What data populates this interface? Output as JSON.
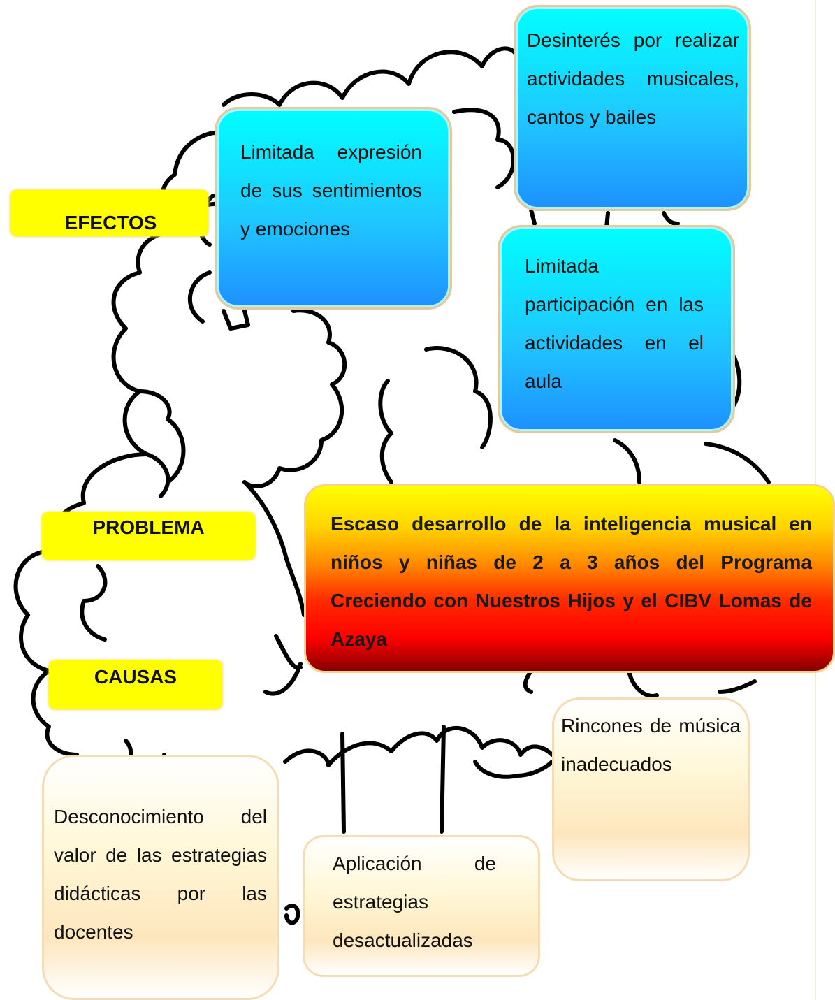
{
  "labels": {
    "effects": "EFECTOS",
    "problem": "PROBLEMA",
    "causes": "CAUSAS"
  },
  "effects": [
    "Limitada expresión de sus sentimientos y emociones",
    "Desinterés por realizar actividades musicales, cantos y bailes",
    "Limitada participación en las actividades en el aula"
  ],
  "problem": "Escaso desarrollo de la inteligencia musical en niños y niñas de 2 a 3 años del Programa Creciendo con Nuestros Hijos y el CIBV Lomas de Azaya",
  "causes": [
    "Desconocimiento del valor de las estrategias didácticas por las docentes",
    "Aplicación de estrategias desactualizadas",
    "Rincones de música inadecuados"
  ],
  "colors": {
    "label_bg": "#ffff00",
    "effect_top": "#00ffff",
    "effect_bottom": "#1e90ff",
    "problem_top": "#ffff00",
    "problem_bottom": "#800000",
    "cause_fill": "#fde6bd",
    "outline": "#000000"
  },
  "icons": [
    "tree-illustration"
  ]
}
